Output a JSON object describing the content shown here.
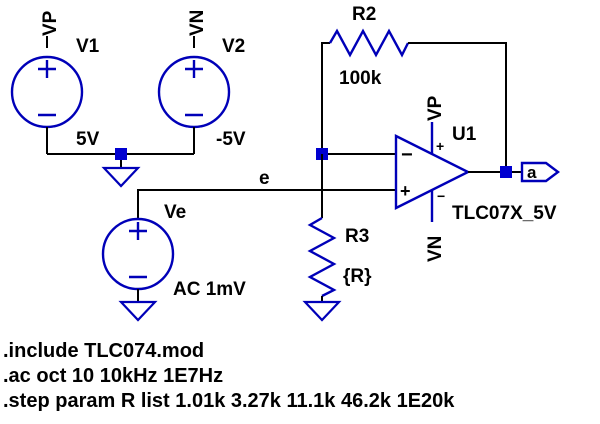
{
  "sources": {
    "v1": {
      "name": "V1",
      "net": "VP",
      "value": "5V"
    },
    "v2": {
      "name": "V2",
      "net": "VN",
      "value": "-5V"
    },
    "ve": {
      "name": "Ve",
      "value": "AC 1mV"
    }
  },
  "net_e": "e",
  "r2": {
    "name": "R2",
    "value": "100k"
  },
  "r3": {
    "name": "R3",
    "value": "{R}"
  },
  "opamp": {
    "name": "U1",
    "model": "TLC07X_5V",
    "vp": "VP",
    "vn": "VN",
    "plus": "+",
    "minus": "−"
  },
  "output_port": "a",
  "directives": [
    ".include TLC074.mod",
    ".ac oct 10 10kHz 1E7Hz",
    ".step param R list 1.01k 3.27k 11.1k 46.2k 1E20k"
  ]
}
